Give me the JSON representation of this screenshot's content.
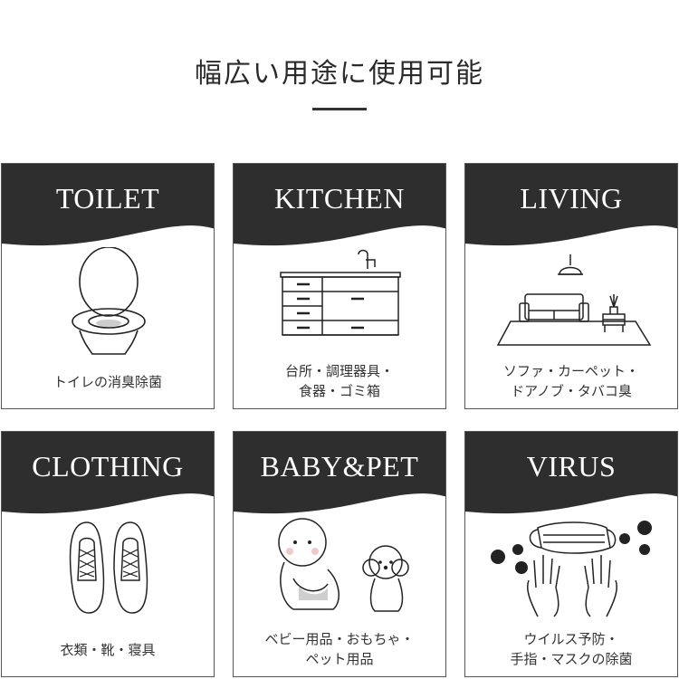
{
  "title": "幅広い用途に使用可能",
  "cards": [
    {
      "label": "TOILET",
      "caption": [
        "トイレの消臭除菌"
      ],
      "icon": "toilet-icon"
    },
    {
      "label": "KITCHEN",
      "caption": [
        "台所・調理器具・",
        "食器・ゴミ箱"
      ],
      "icon": "kitchen-icon"
    },
    {
      "label": "LIVING",
      "caption": [
        "ソファ・カーペット・",
        "ドアノブ・タバコ臭"
      ],
      "icon": "living-room-icon"
    },
    {
      "label": "CLOTHING",
      "caption": [
        "衣類・靴・寝具"
      ],
      "icon": "sneakers-icon"
    },
    {
      "label": "BABY&PET",
      "caption": [
        "ベビー用品・おもちゃ・",
        "ペット用品"
      ],
      "icon": "baby-and-dog-icon"
    },
    {
      "label": "VIRUS",
      "caption": [
        "ウイルス予防・",
        "手指・マスクの除菌"
      ],
      "icon": "mask-hands-virus-icon"
    }
  ]
}
